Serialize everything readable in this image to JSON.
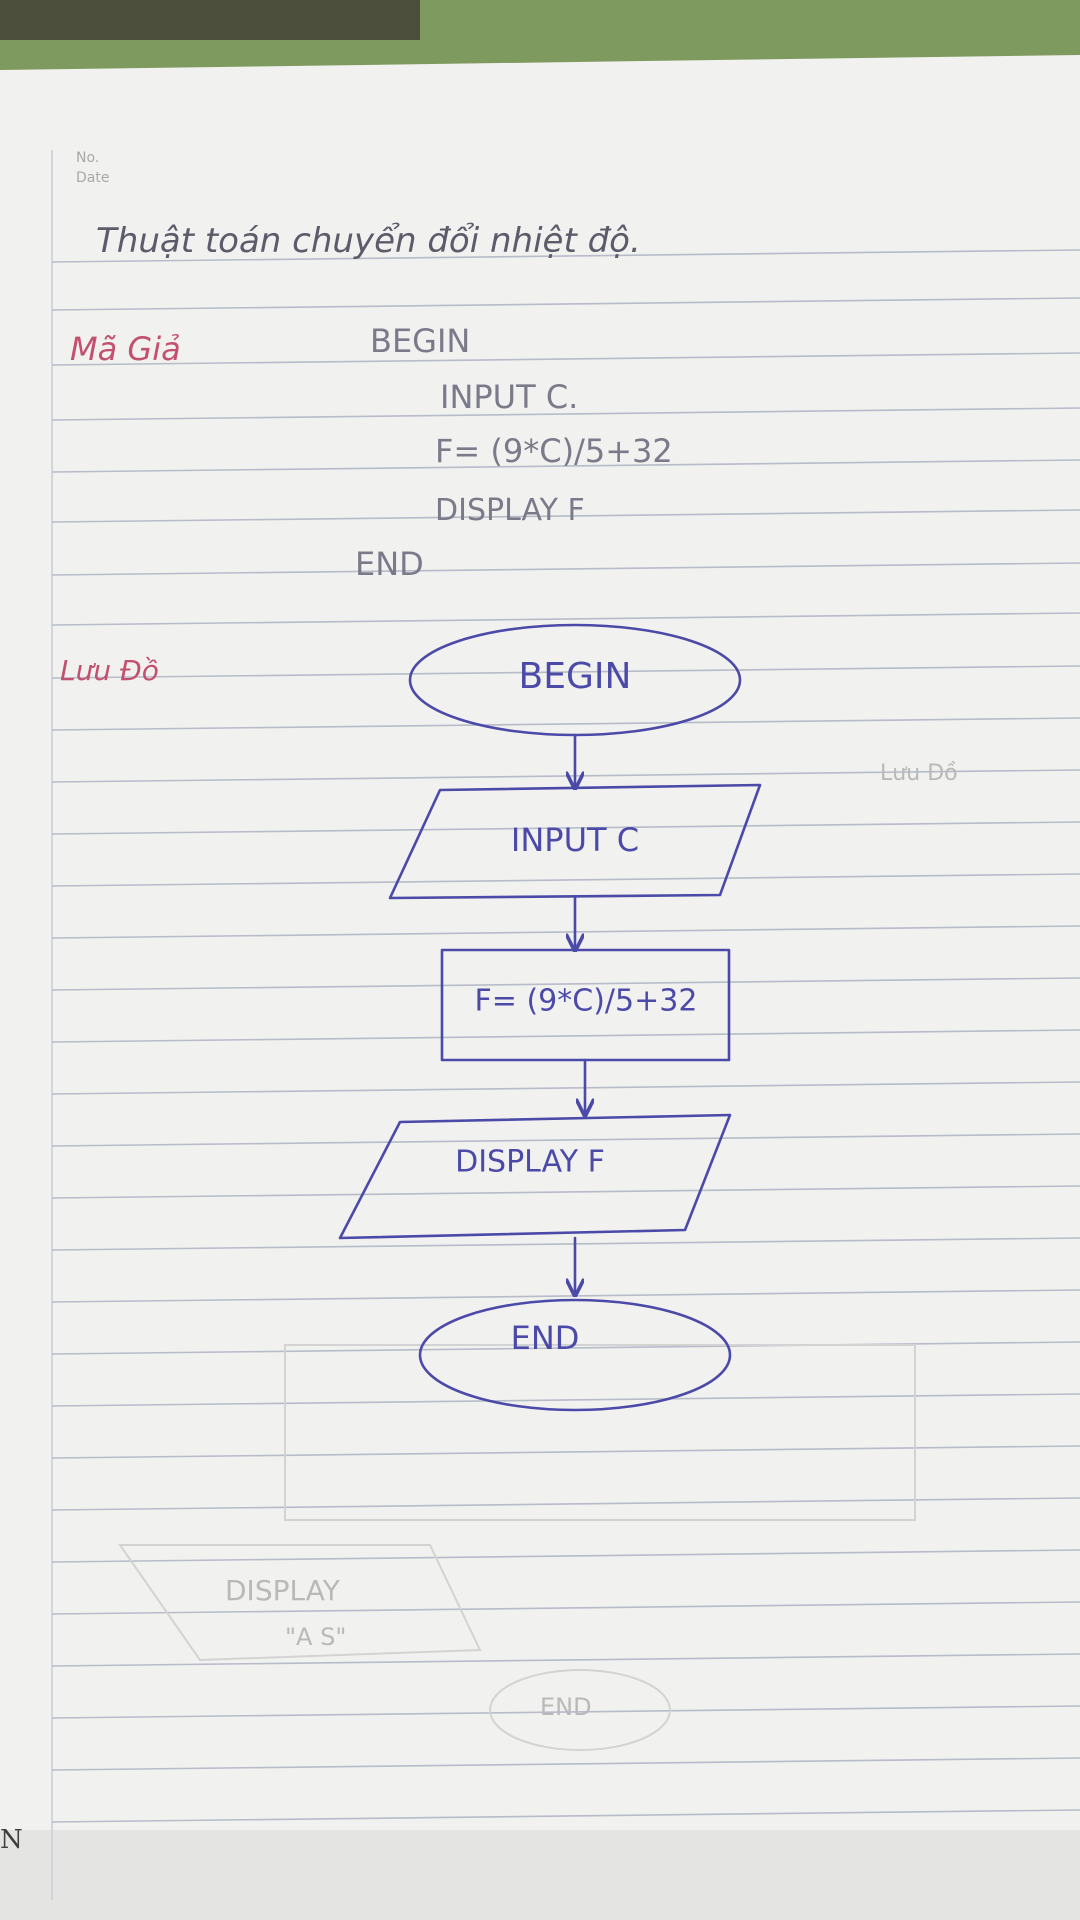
{
  "header": {
    "no_label": "No.",
    "date_label": "Date"
  },
  "title": "Thuật toán chuyển đổi nhiệt độ.",
  "pseudocode": {
    "label": "Mã Giả",
    "lines": [
      "BEGIN",
      "INPUT C.",
      "F= (9*C)/5+32",
      "DISPLAY F",
      "END"
    ]
  },
  "flowchart": {
    "label": "Lưu Đồ",
    "start": "BEGIN",
    "input": "INPUT C",
    "process": "F= (9*C)/5+32",
    "output": "DISPLAY F",
    "end": "END"
  },
  "show_through": [
    "DISPLAY",
    "\"A S\"",
    "END",
    "Lưu Đồ"
  ],
  "margin_letter": "N",
  "colors": {
    "ink": "#4b4aa8",
    "red_ink": "#c2506f",
    "paper": "#f1f1ef",
    "ruling": "#b7bcc8"
  }
}
